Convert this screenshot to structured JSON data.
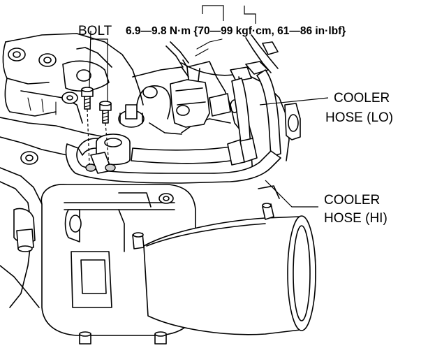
{
  "labels": {
    "bolt": "BOLT",
    "torque_spec": "6.9—9.8 N·m {70—99 kgf·cm, 61—86 in·lbf}",
    "cooler_hose_lo_line1": "COOLER",
    "cooler_hose_lo_line2": "HOSE (LO)",
    "cooler_hose_hi_line1": "COOLER",
    "cooler_hose_hi_line2": "HOSE (HI)"
  }
}
